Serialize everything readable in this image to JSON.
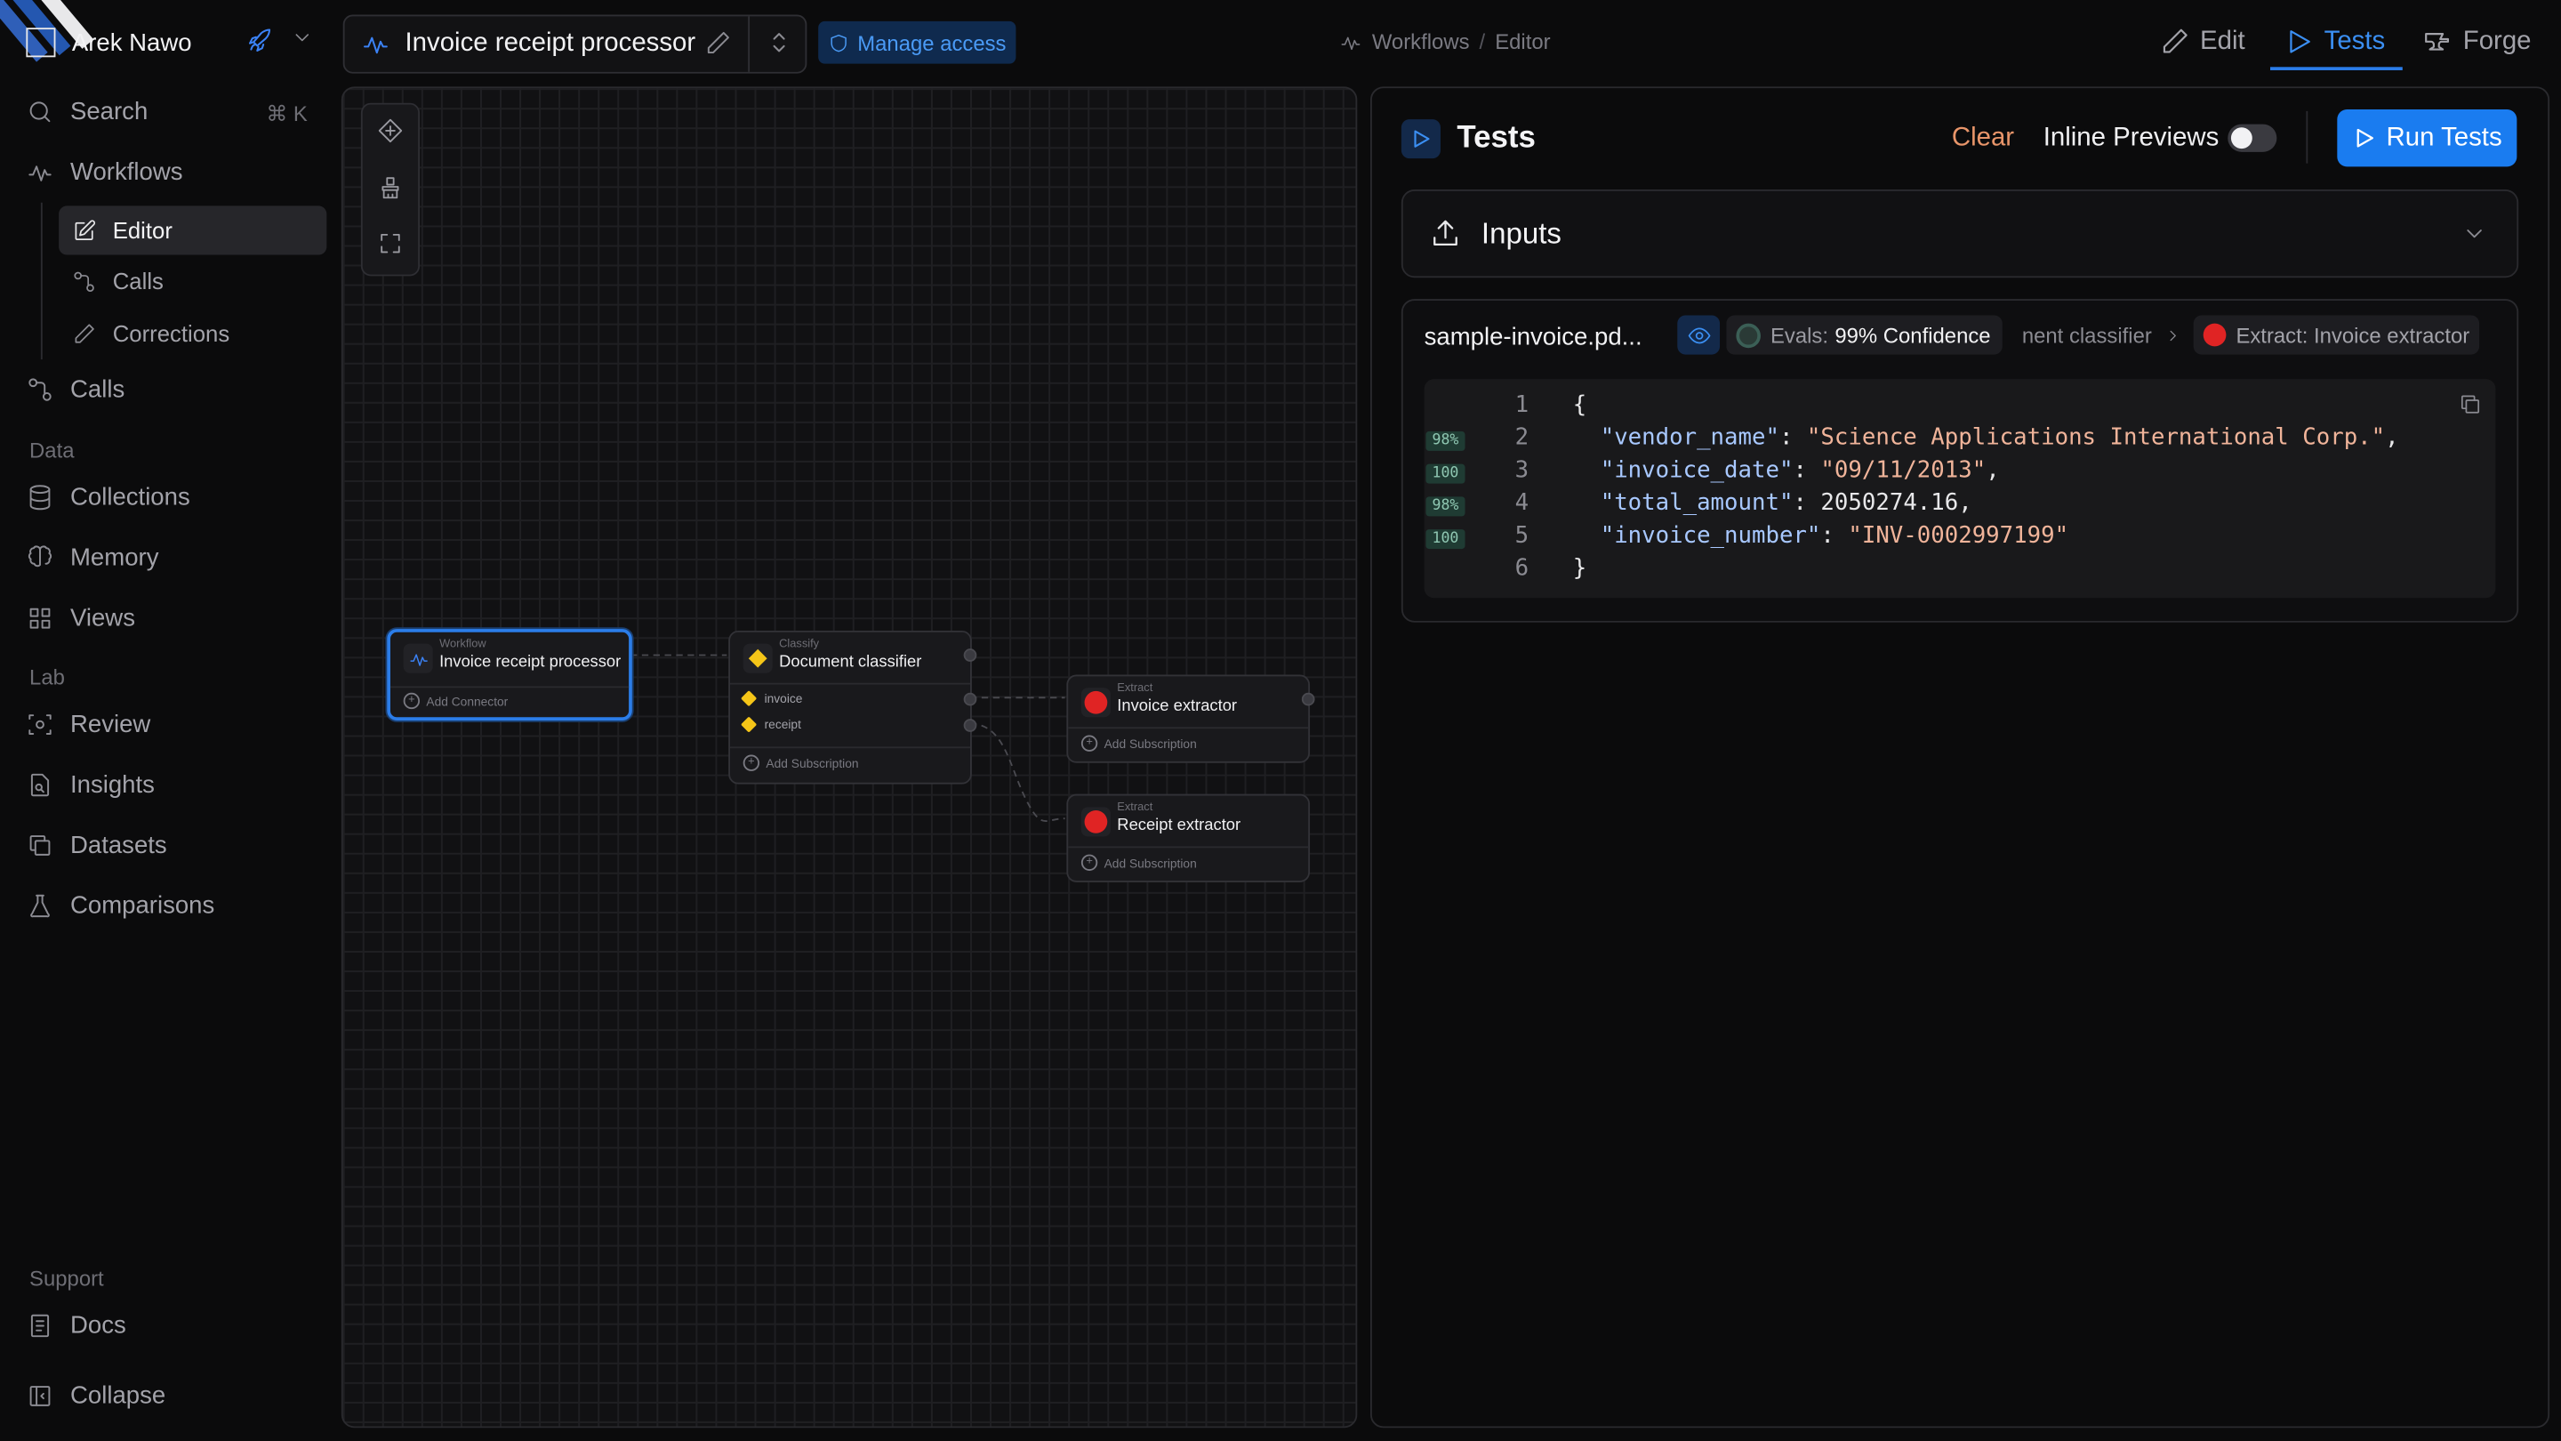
{
  "org": {
    "name": "Arek Nawo"
  },
  "sidebar": {
    "search": {
      "label": "Search",
      "shortcut": "⌘ K"
    },
    "workflows": "Workflows",
    "sub_items": [
      {
        "label": "Editor",
        "icon": "edit-icon"
      },
      {
        "label": "Calls",
        "icon": "calls-icon"
      },
      {
        "label": "Corrections",
        "icon": "pencil-icon"
      }
    ],
    "calls": "Calls",
    "data_label": "Data",
    "data_items": [
      "Collections",
      "Memory",
      "Views"
    ],
    "lab_label": "Lab",
    "lab_items": [
      "Review",
      "Insights",
      "Datasets",
      "Comparisons"
    ],
    "support_label": "Support",
    "docs": "Docs",
    "collapse": "Collapse"
  },
  "topbar": {
    "workflow_title": "Invoice receipt processor",
    "manage_access": "Manage access",
    "breadcrumb": [
      "Workflows",
      "Editor"
    ],
    "breadcrumb_sep": "/",
    "nav": [
      {
        "label": "Edit",
        "icon": "pencil-icon"
      },
      {
        "label": "Tests",
        "icon": "play-icon",
        "active": true
      },
      {
        "label": "Forge",
        "icon": "anvil-icon"
      }
    ]
  },
  "canvas": {
    "nodes": {
      "workflow": {
        "kind": "Workflow",
        "title": "Invoice receipt processor",
        "action": "Add Connector"
      },
      "classifier": {
        "kind": "Classify",
        "title": "Document classifier",
        "routes": [
          "invoice",
          "receipt"
        ],
        "action": "Add Subscription"
      },
      "invoice_extractor": {
        "kind": "Extract",
        "title": "Invoice extractor",
        "action": "Add Subscription"
      },
      "receipt_extractor": {
        "kind": "Extract",
        "title": "Receipt extractor",
        "action": "Add Subscription"
      }
    }
  },
  "tests": {
    "title": "Tests",
    "clear": "Clear",
    "inline_previews": "Inline Previews",
    "inline_previews_on": false,
    "run_button": "Run Tests",
    "inputs_label": "Inputs",
    "result": {
      "file": "sample-invoice.pd...",
      "evals_label": "Evals:",
      "evals_value": "99% Confidence",
      "crumb_partial": "nent classifier",
      "extract_label": "Extract: Invoice extractor",
      "lines": [
        {
          "n": "1",
          "conf": "",
          "text": "{"
        },
        {
          "n": "2",
          "conf": "98%",
          "key": "\"vendor_name\"",
          "val": "\"Science Applications International Corp.\"",
          "tail": ","
        },
        {
          "n": "3",
          "conf": "100",
          "key": "\"invoice_date\"",
          "val": "\"09/11/2013\"",
          "tail": ","
        },
        {
          "n": "4",
          "conf": "98%",
          "key": "\"total_amount\"",
          "num": "2050274.16",
          "tail": ","
        },
        {
          "n": "5",
          "conf": "100",
          "key": "\"invoice_number\"",
          "val": "\"INV-0002997199\"",
          "tail": ""
        },
        {
          "n": "6",
          "conf": "",
          "text": "}"
        }
      ]
    }
  },
  "colors": {
    "accent": "#1a7cf0",
    "danger": "#e02424",
    "route": "#f5c518",
    "clear": "#e8956a"
  }
}
